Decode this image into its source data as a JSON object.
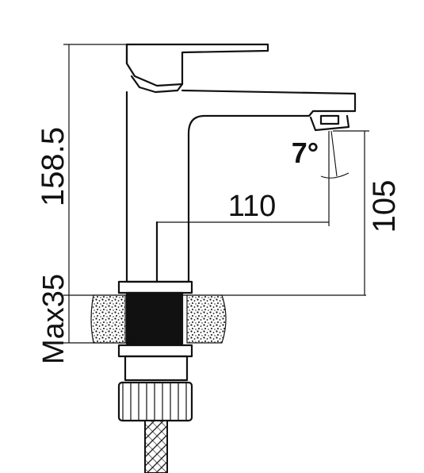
{
  "dimensions": {
    "total_height": "158.5",
    "spout_height": "105",
    "spout_reach": "110",
    "spout_angle": "7°",
    "max_deck_thickness": "Max35"
  },
  "colors": {
    "ink": "#111111",
    "paper": "#ffffff",
    "speckle_fill": "#c8c8c8"
  },
  "icons": {
    "faucet": "single-lever-basin-mixer",
    "hose": "braided-hose"
  }
}
